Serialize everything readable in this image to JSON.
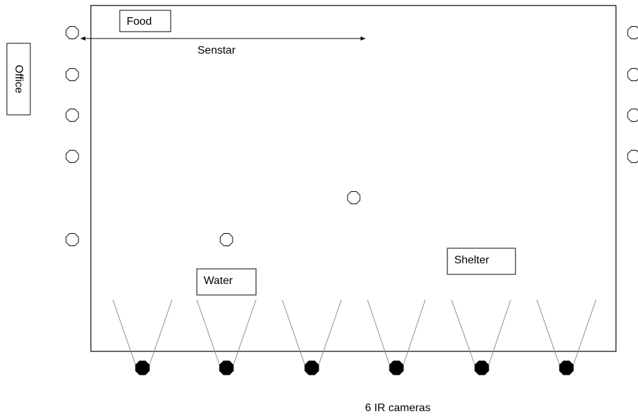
{
  "labels": {
    "food": "Food",
    "senstar": "Senstar",
    "office": "Office",
    "water": "Water",
    "shelter": "Shelter",
    "cameras": "6 IR cameras"
  }
}
